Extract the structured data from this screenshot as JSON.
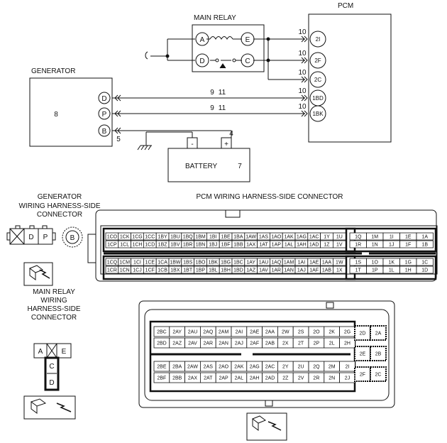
{
  "main_relay": {
    "title": "MAIN RELAY",
    "pins": [
      "A",
      "E",
      "D",
      "C"
    ]
  },
  "pcm": {
    "title": "PCM",
    "pins": [
      "2I",
      "2F",
      "2C",
      "1BD",
      "1BK"
    ],
    "wire_refs": [
      "10",
      "10",
      "10",
      "10",
      "10"
    ]
  },
  "generator": {
    "title": "GENERATOR",
    "ref": "8",
    "pins": [
      "D",
      "P",
      "B"
    ]
  },
  "battery": {
    "label": "BATTERY",
    "ref": "7",
    "minus": "-",
    "plus": "+"
  },
  "wire_refs": {
    "gen_b": "5",
    "bat_plus": "4",
    "d_line_a": "9",
    "d_line_b": "11",
    "p_line_a": "9",
    "p_line_b": "11"
  },
  "gen_connector": {
    "title_lines": [
      "GENERATOR",
      "WIRING HARNESS-SIDE",
      "CONNECTOR"
    ],
    "pins": [
      "D",
      "P"
    ],
    "b_pin": "B"
  },
  "relay_connector": {
    "title_lines": [
      "MAIN RELAY",
      "WIRING",
      "HARNESS-SIDE",
      "CONNECTOR"
    ],
    "pins": [
      "A",
      "E",
      "C",
      "D"
    ]
  },
  "pcm_connector": {
    "title": "PCM WIRING HARNESS-SIDE CONNECTOR"
  },
  "pcm_upper_grid": [
    [
      "1CO",
      "1CK",
      "1CG",
      "1CC",
      "1BY",
      "1BU",
      "1BQ",
      "1BM",
      "1BI",
      "1BE",
      "1BA",
      "1AW",
      "1AS",
      "1AO",
      "1AK",
      "1AG",
      "1AC",
      "1Y",
      "1U"
    ],
    [
      "1CP",
      "1CL",
      "1CH",
      "1CD",
      "1BZ",
      "1BV",
      "1BR",
      "1BN",
      "1BJ",
      "1BF",
      "1BB",
      "1AX",
      "1AT",
      "1AP",
      "1AL",
      "1AH",
      "1AD",
      "1Z",
      "1V"
    ],
    [
      "1CQ",
      "1CM",
      "1CI",
      "1CE",
      "1CA",
      "1BW",
      "1BS",
      "1BO",
      "1BK",
      "1BG",
      "1BC",
      "1AY",
      "1AU",
      "1AQ",
      "1AM",
      "1AI",
      "1AE",
      "1AA",
      "1W"
    ],
    [
      "1CR",
      "1CN",
      "1CJ",
      "1CF",
      "1CB",
      "1BX",
      "1BT",
      "1BP",
      "1BL",
      "1BH",
      "1BD",
      "1AZ",
      "1AV",
      "1AR",
      "1AN",
      "1AJ",
      "1AF",
      "1AB",
      "1X"
    ]
  ],
  "pcm_upper_right": [
    [
      "1Q",
      "1M",
      "1I",
      "1E",
      "1A"
    ],
    [
      "1R",
      "1N",
      "1J",
      "1F",
      "1B"
    ],
    [
      "1S",
      "1O",
      "1K",
      "1G",
      "1C"
    ],
    [
      "1T",
      "1P",
      "1L",
      "1H",
      "1D"
    ]
  ],
  "pcm_lower_grid": [
    [
      "2BC",
      "2AY",
      "2AU",
      "2AQ",
      "2AM",
      "2AI",
      "2AE",
      "2AA",
      "2W",
      "2S",
      "2O",
      "2K",
      "2G"
    ],
    [
      "2BD",
      "2AZ",
      "2AV",
      "2AR",
      "2AN",
      "2AJ",
      "2AF",
      "2AB",
      "2X",
      "2T",
      "2P",
      "2L",
      "2H"
    ],
    [
      "2BE",
      "2BA",
      "2AW",
      "2AS",
      "2AO",
      "2AK",
      "2AG",
      "2AC",
      "2Y",
      "2U",
      "2Q",
      "2M",
      "2I"
    ],
    [
      "2BF",
      "2BB",
      "2AX",
      "2AT",
      "2AP",
      "2AL",
      "2AH",
      "2AD",
      "2Z",
      "2V",
      "2R",
      "2N",
      "2J"
    ]
  ],
  "pcm_lower_right": [
    [
      "2D",
      "2A"
    ],
    [
      "2E",
      "2B"
    ],
    [
      "2F",
      "2C"
    ]
  ]
}
